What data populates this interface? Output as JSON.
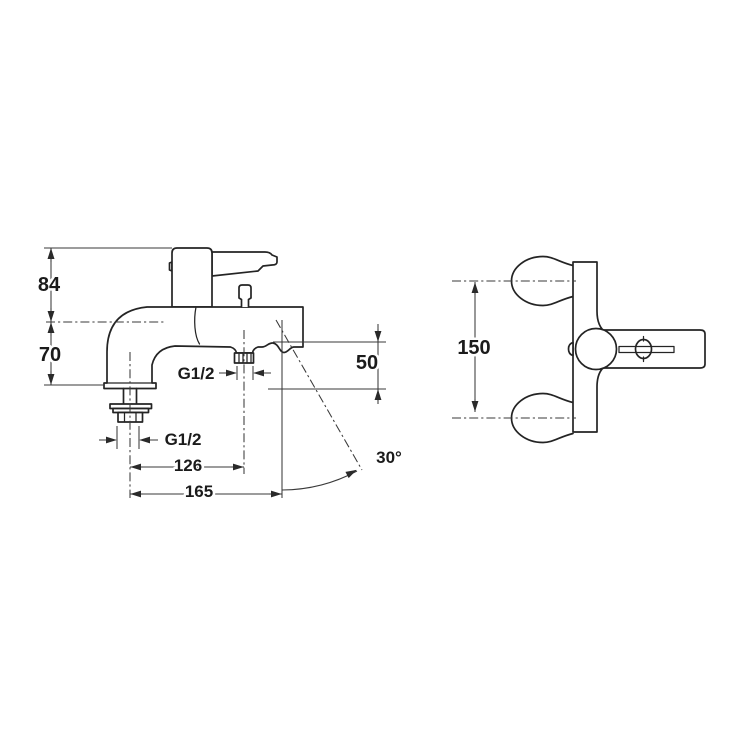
{
  "drawing": {
    "description": "Technical dimension drawing of a single-lever bath shower mixer tap, side view and front view",
    "side_view": {
      "labels": {
        "height_above_rim": "84",
        "depth_below_rim": "70",
        "shower_outlet_thread": "G1/2",
        "inlet_tail_thread": "G1/2",
        "spout_to_shower_outlet": "126",
        "spout_to_outlet_end": "165",
        "outlet_drop": "50",
        "hose_angle": "30°"
      }
    },
    "front_view": {
      "labels": {
        "inlet_centres": "150"
      }
    },
    "line_color": "#242424",
    "background": "#ffffff"
  }
}
